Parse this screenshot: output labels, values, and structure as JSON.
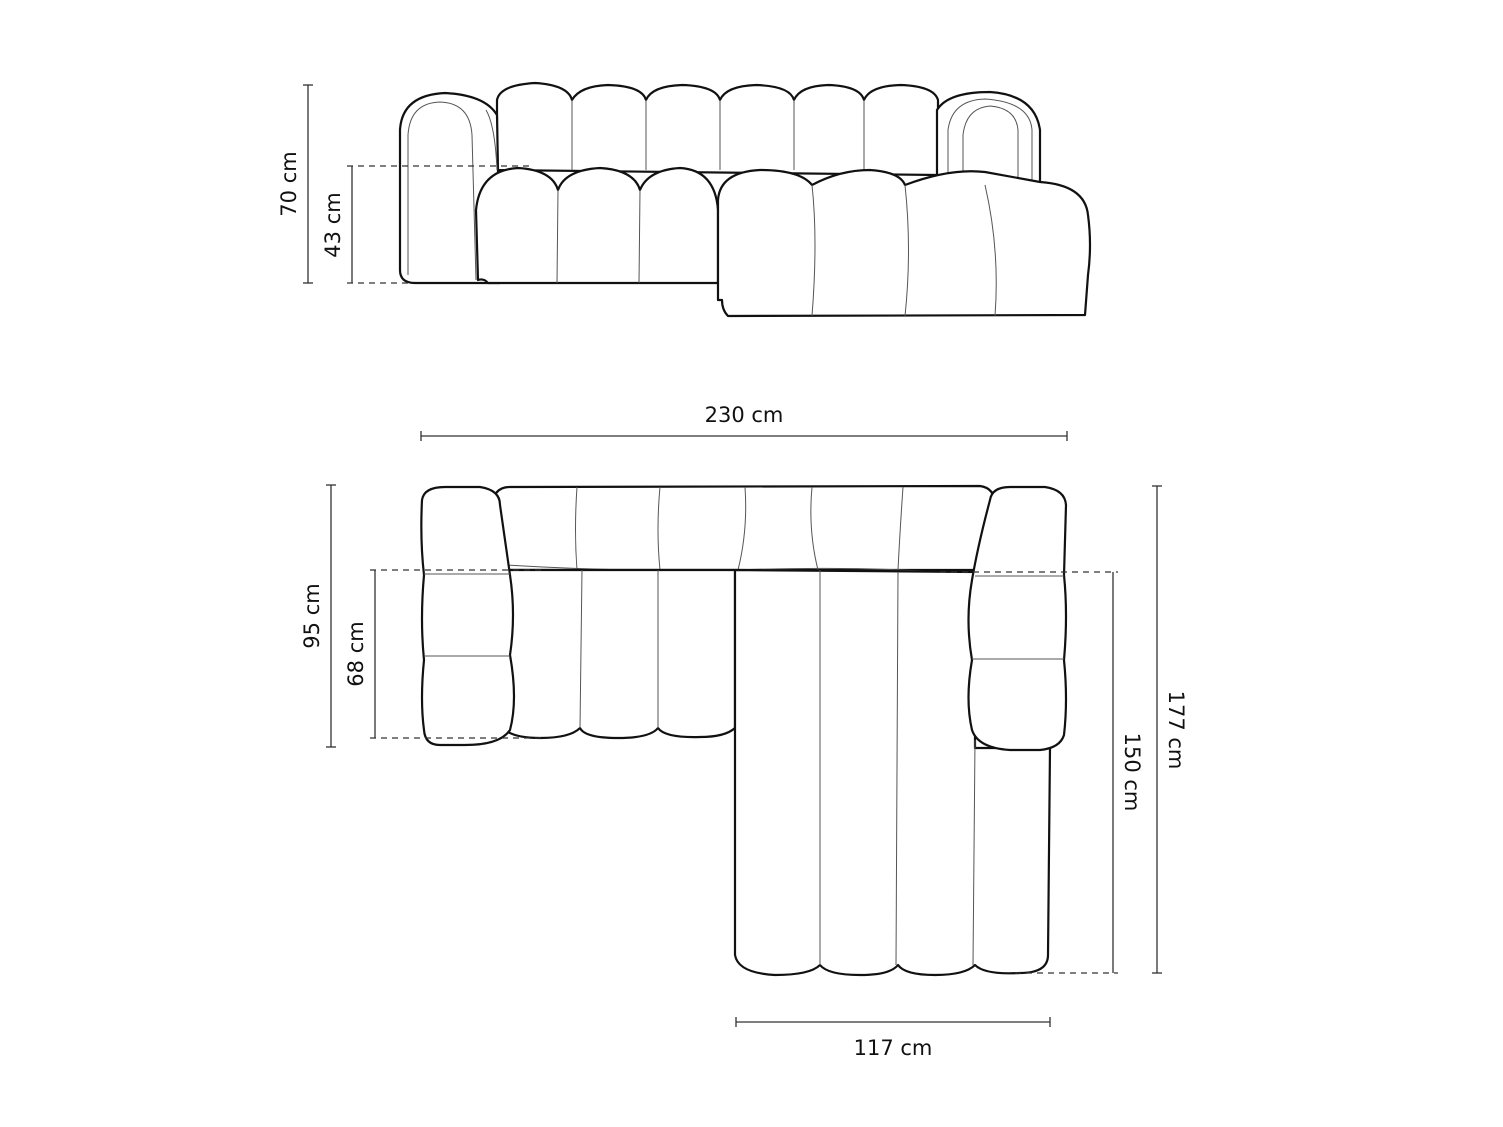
{
  "front_view": {
    "height_total": "70 cm",
    "seat_height": "43 cm"
  },
  "top_view": {
    "width_total": "230 cm",
    "depth_total": "95 cm",
    "seat_depth": "68 cm",
    "chaise_seat_length": "150 cm",
    "chaise_total_length": "177 cm",
    "chaise_width": "117 cm"
  },
  "colors": {
    "line": "#111111",
    "background": "#ffffff"
  }
}
